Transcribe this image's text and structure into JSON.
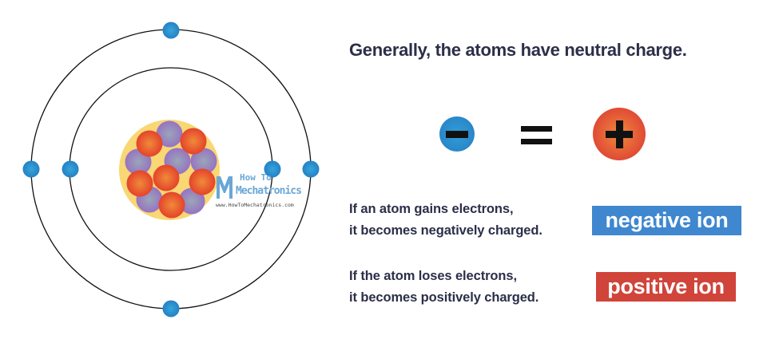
{
  "title": "Generally, the atoms have neutral charge.",
  "equation": {
    "left_icon": "minus-circle-icon",
    "operator_icon": "equals-icon",
    "right_icon": "plus-circle-icon"
  },
  "rules": [
    {
      "line1": "If an atom gains electrons,",
      "line2": "it becomes negatively charged.",
      "badge": "negative ion",
      "color": "#3f87cf"
    },
    {
      "line1": "If the atom loses electrons,",
      "line2": "it becomes positively charged.",
      "badge": "positive ion",
      "color": "#d0443a"
    }
  ],
  "colors": {
    "text": "#2b2f48",
    "electron": "#2a8fd0",
    "proton": "#e8502e",
    "neutron": "#9b7dc0",
    "nucleus": "#f8d774"
  },
  "watermark": {
    "line1": "How To",
    "line2": "Mechatronics",
    "url": "www.HowToMechatronics.com"
  }
}
